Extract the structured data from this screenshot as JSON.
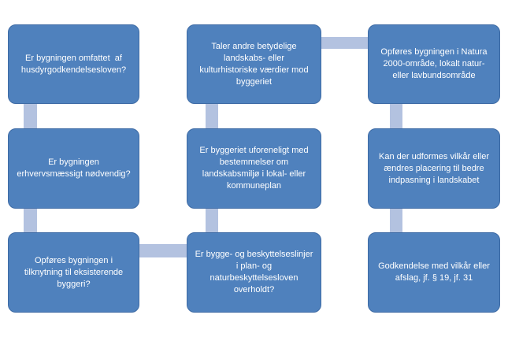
{
  "diagram": {
    "type": "flowchart",
    "language": "da",
    "colors": {
      "box_fill": "#4f81bd",
      "box_border": "#3e6ba5",
      "connector_fill": "#b3c2e0",
      "text": "#ffffff",
      "background": "#ffffff"
    },
    "boxes": [
      {
        "id": "q-husdyrgodkendelsesloven",
        "column": "left",
        "row": 1,
        "text": "Er bygningen omfattet  af husdyrgodkendelsesloven?"
      },
      {
        "id": "q-erhvervsmaessigt",
        "column": "left",
        "row": 2,
        "text": "Er bygningen erhvervsmæssigt nødvendig?"
      },
      {
        "id": "q-tilknytning",
        "column": "left",
        "row": 3,
        "text": "Opføres bygningen i tilknytning til eksisterende byggeri?"
      },
      {
        "id": "q-landskabsvaerdier",
        "column": "middle",
        "row": 1,
        "text": "Taler andre betydelige landskabs- eller kulturhistoriske værdier mod byggeriet"
      },
      {
        "id": "q-lokalplan",
        "column": "middle",
        "row": 2,
        "text": "Er byggeriet uforeneligt med bestemmelser om landskabsmiljø i lokal- eller kommuneplan"
      },
      {
        "id": "q-beskyttelseslinjer",
        "column": "middle",
        "row": 3,
        "text": "Er bygge- og beskyttelseslinjer i plan- og naturbeskyttelsesloven overholdt?"
      },
      {
        "id": "q-natura2000",
        "column": "right",
        "row": 1,
        "text": "Opføres bygningen i Natura 2000-område, lokalt natur- eller lavbundsområde"
      },
      {
        "id": "q-vilkaar",
        "column": "right",
        "row": 2,
        "text": "Kan der udformes vilkår eller ændres placering til bedre indpasning i landskabet"
      },
      {
        "id": "result-godkendelse",
        "column": "right",
        "row": 3,
        "text": "Godkendelse med vilkår eller afslag, jf. § 19, jf. 31"
      }
    ],
    "connectors": [
      {
        "id": "left-row1-row2",
        "orientation": "vertical"
      },
      {
        "id": "left-row2-row3",
        "orientation": "vertical"
      },
      {
        "id": "bottom-left-middle",
        "orientation": "horizontal"
      },
      {
        "id": "middle-row3-row2",
        "orientation": "vertical"
      },
      {
        "id": "middle-row2-row1",
        "orientation": "vertical"
      },
      {
        "id": "top-middle-right",
        "orientation": "horizontal"
      },
      {
        "id": "right-row1-row2",
        "orientation": "vertical"
      },
      {
        "id": "right-row2-row3",
        "orientation": "vertical"
      }
    ]
  }
}
